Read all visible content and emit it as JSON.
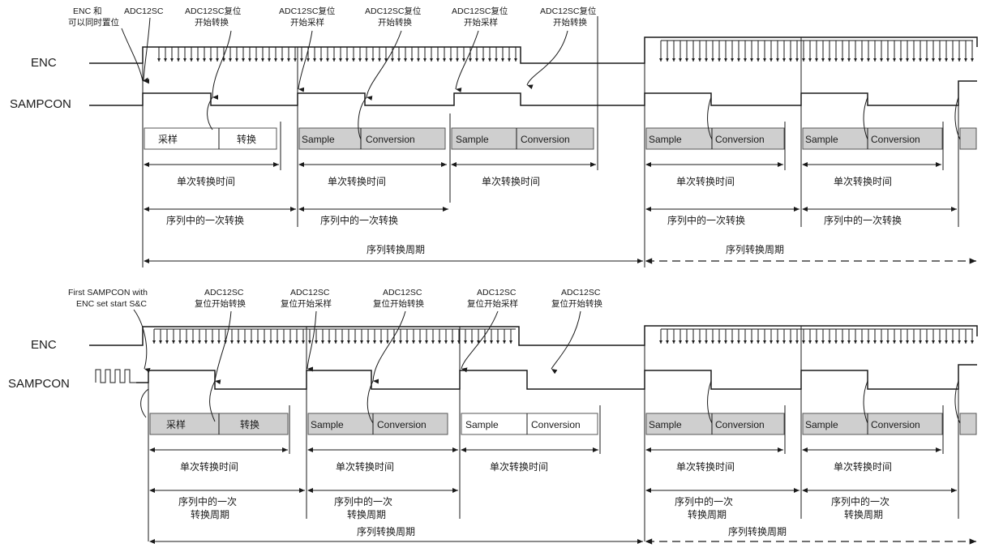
{
  "top": {
    "signal_enc": "ENC",
    "signal_sampcon": "SAMPCON",
    "annotations": [
      [
        "ENC 和",
        "可以同时置位"
      ],
      [
        "ADC12SC",
        ""
      ],
      [
        "ADC12SC复位",
        "开始转换"
      ],
      [
        "ADC12SC复位",
        "开始采样"
      ],
      [
        "ADC12SC复位",
        "开始转换"
      ],
      [
        "ADC12SC复位",
        "开始采样"
      ],
      [
        "ADC12SC复位",
        "开始转换"
      ]
    ],
    "segments": [
      {
        "sample": "采样",
        "conversion": "转换"
      },
      {
        "sample": "Sample",
        "conversion": "Conversion"
      },
      {
        "sample": "Sample",
        "conversion": "Conversion"
      },
      {
        "sample": "Sample",
        "conversion": "Conversion"
      },
      {
        "sample": "Sample",
        "conversion": "Conversion"
      }
    ],
    "single_conversion_time": [
      "单次转换时间",
      "单次转换时间",
      "单次转换时间",
      "单次转换时间",
      "单次转换时间"
    ],
    "one_conversion_in_sequence": [
      "序列中的一次转换",
      "序列中的一次转换",
      "序列中的一次转换",
      "序列中的一次转换"
    ],
    "sequence_period": [
      "序列转换周期",
      "序列转换周期"
    ]
  },
  "bottom": {
    "signal_enc": "ENC",
    "signal_sampcon": "SAMPCON",
    "annotations": [
      [
        "First SAMPCON with",
        "ENC set start S&C"
      ],
      [
        "ADC12SC",
        "复位开始转换"
      ],
      [
        "ADC12SC",
        "复位开始采样"
      ],
      [
        "ADC12SC",
        "复位开始转换"
      ],
      [
        "ADC12SC",
        "复位开始采样"
      ],
      [
        "ADC12SC",
        "复位开始转换"
      ]
    ],
    "segments": [
      {
        "sample": "采样",
        "conversion": "转换"
      },
      {
        "sample": "Sample",
        "conversion": "Conversion"
      },
      {
        "sample": "Sample",
        "conversion": "Conversion"
      },
      {
        "sample": "Sample",
        "conversion": "Conversion"
      },
      {
        "sample": "Sample",
        "conversion": "Conversion"
      }
    ],
    "single_conversion_time": [
      "单次转换时间",
      "单次转换时间",
      "单次转换时间",
      "单次转换时间",
      "单次转换时间"
    ],
    "one_conversion_period": [
      [
        "序列中的一次",
        "转换周期"
      ],
      [
        "序列中的一次",
        "转换周期"
      ],
      [
        "序列中的一次",
        "转换周期"
      ],
      [
        "序列中的一次",
        "转换周期"
      ]
    ],
    "sequence_period": [
      "序列转换周期",
      "序列转换周期"
    ]
  }
}
